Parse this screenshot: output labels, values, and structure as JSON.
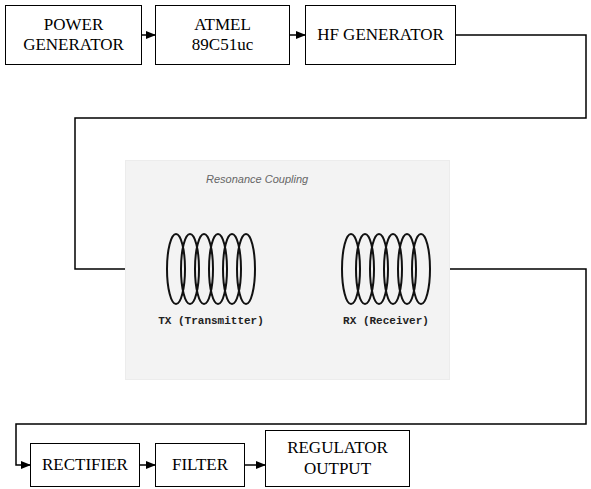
{
  "diagram": {
    "nodes": [
      {
        "text": [
          "POWER GENERATOR"
        ]
      },
      {
        "text": [
          "ATMEL 89C51uc"
        ]
      },
      {
        "text": [
          "HF GENERATOR"
        ]
      },
      {
        "text": [
          "Resonance Coupling"
        ]
      },
      {
        "text": [
          "TX (Transmitter)"
        ],
        "in": 3
      },
      {
        "text": [
          "RX (Receiver)"
        ],
        "in": 3
      },
      {
        "text": [
          "RECTIFIER"
        ]
      },
      {
        "text": [
          "FILTER"
        ]
      },
      {
        "text": [
          "REGULATOR OUTPUT"
        ]
      }
    ],
    "edges": [
      {
        "from": 0,
        "to": 1,
        "arrow": "to"
      },
      {
        "from": 1,
        "to": 2,
        "arrow": "to"
      },
      {
        "from": 2,
        "to": 4,
        "arrow": "to"
      },
      {
        "from": 4,
        "to": 5,
        "arrow": "to"
      },
      {
        "from": 4,
        "to": 5,
        "arrow": "to"
      },
      {
        "from": 5,
        "to": 6,
        "arrow": "to"
      },
      {
        "from": 6,
        "to": 7,
        "arrow": "to"
      },
      {
        "from": 7,
        "to": 8,
        "arrow": "to"
      }
    ]
  }
}
